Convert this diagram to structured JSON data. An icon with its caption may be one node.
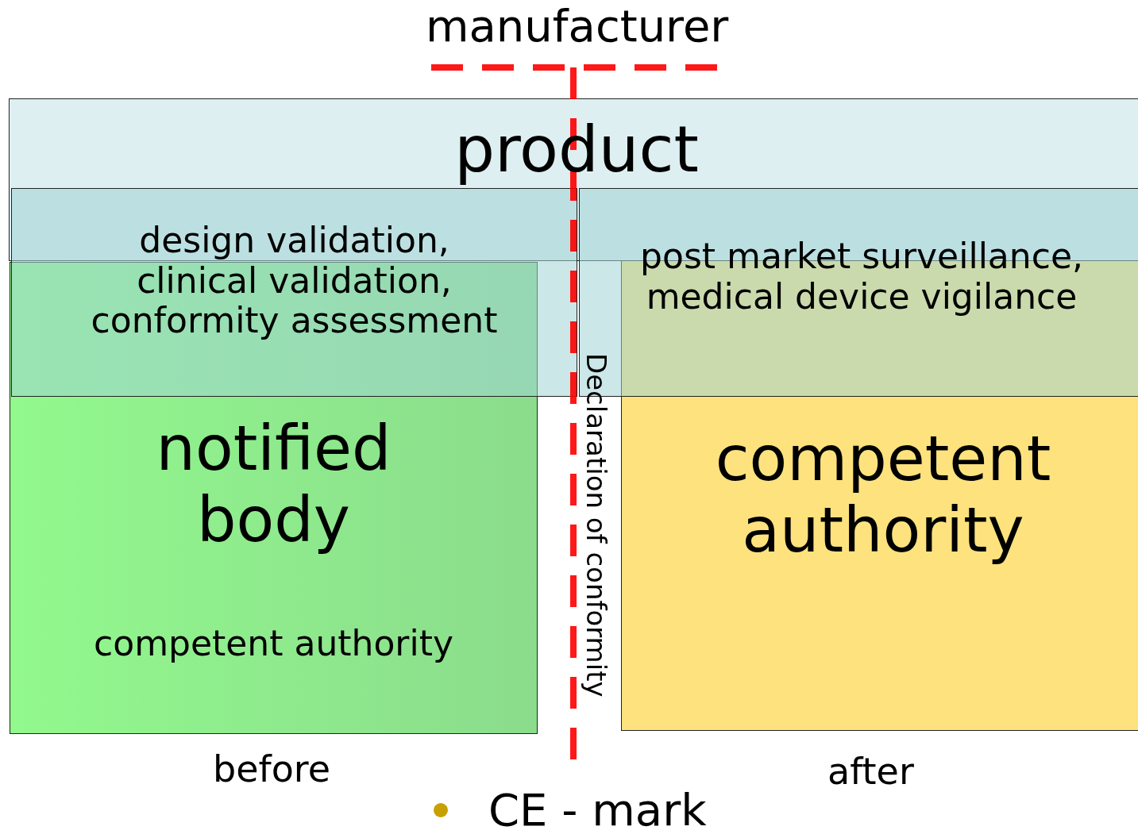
{
  "diagram": {
    "nodes": [
      {
        "text": [
          "product"
        ]
      },
      {
        "text": [
          "design validation, clinical validation, conformity assessment"
        ]
      },
      {
        "text": [
          "post market surveillance, medical device vigilance"
        ]
      },
      {
        "text": [
          "notified body",
          "competent authority"
        ]
      },
      {
        "text": [
          "competent authority"
        ]
      }
    ],
    "labels": [
      "manufacturer",
      "Declaration of conformity",
      "before",
      "after",
      "CE - mark"
    ]
  }
}
